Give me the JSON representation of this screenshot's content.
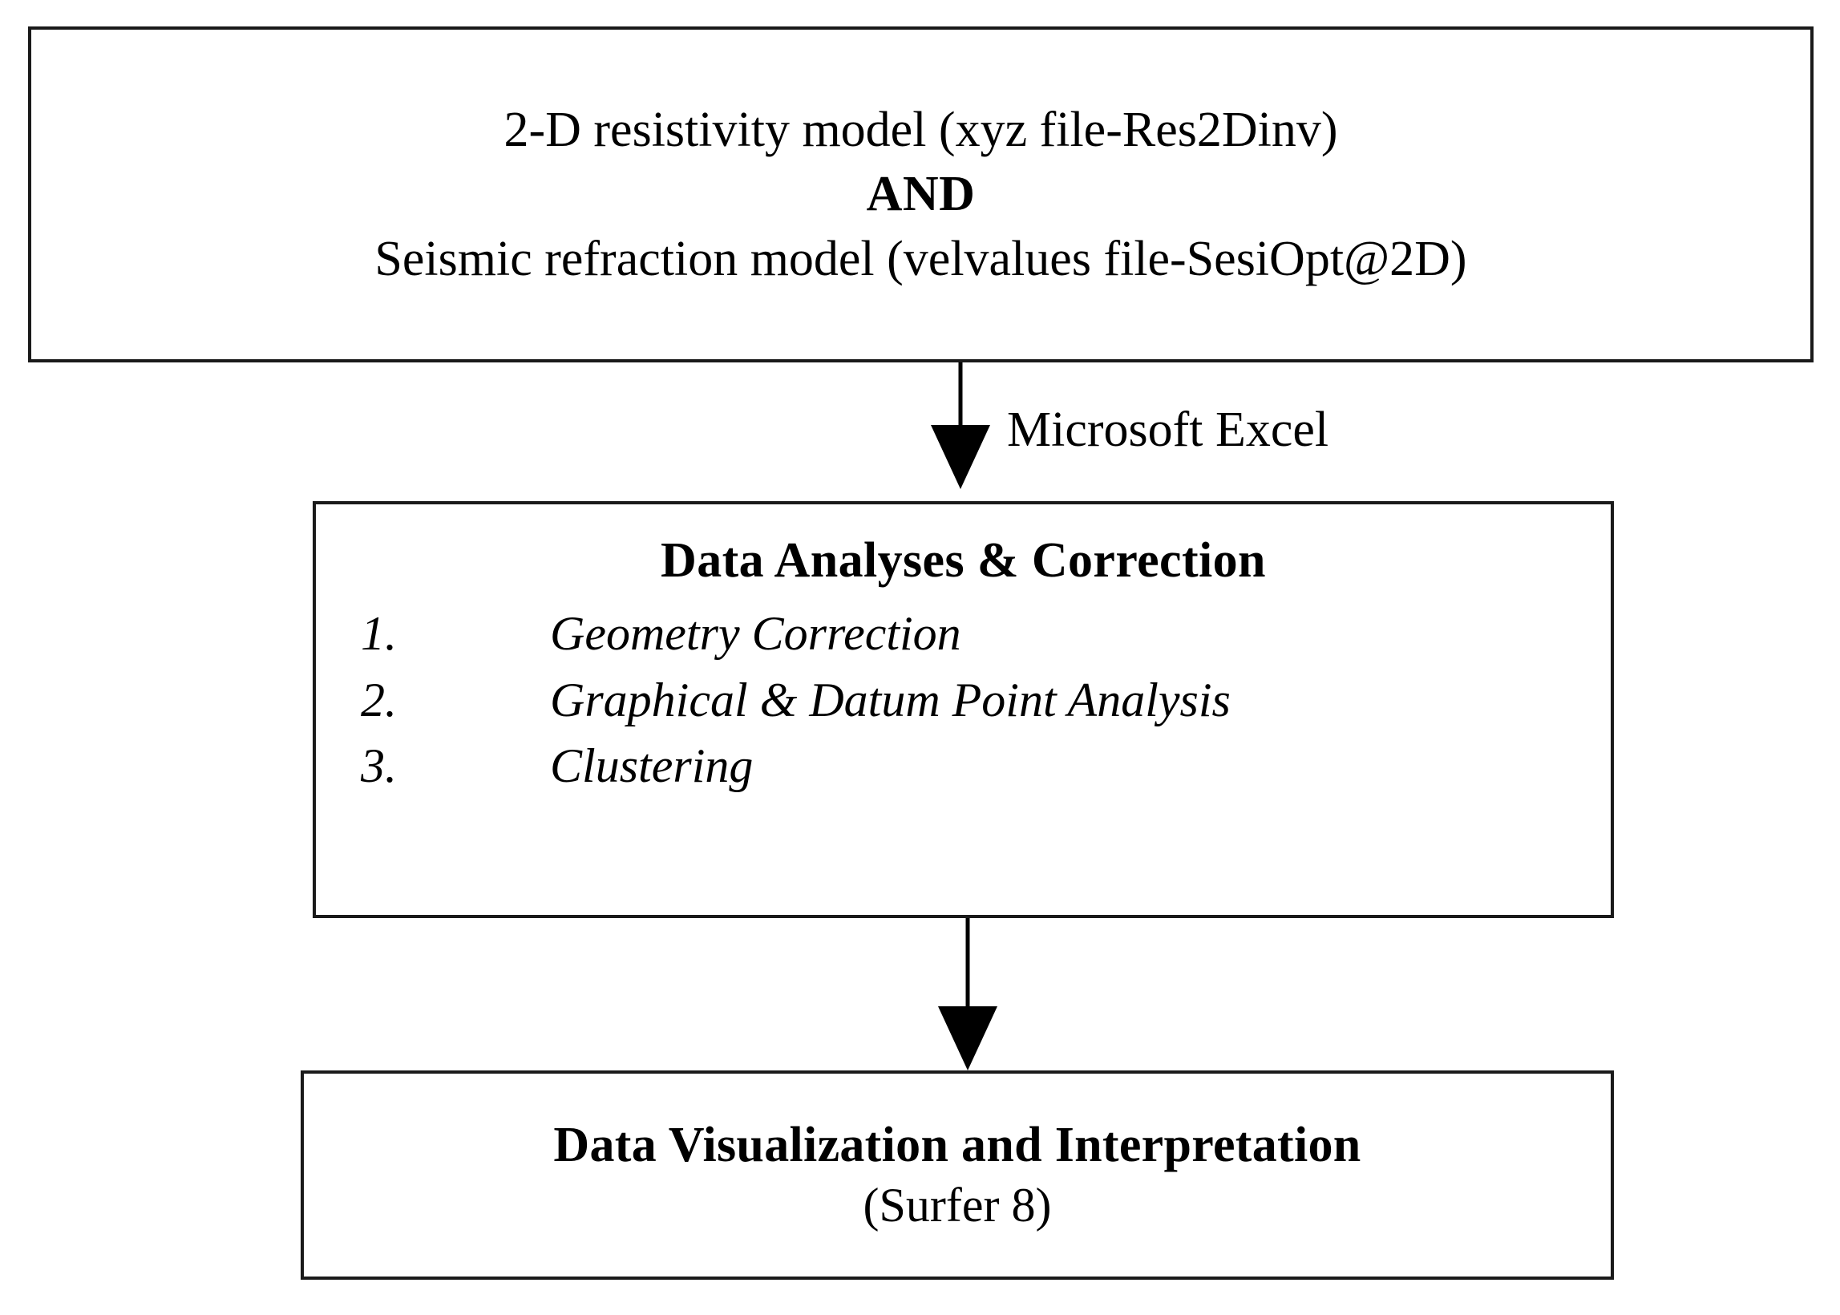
{
  "diagram": {
    "type": "flowchart",
    "orientation": "vertical",
    "source_box": {
      "lines": [
        "2-D resistivity model (xyz file-Res2Dinv)",
        "AND",
        "Seismic refraction model (velvalues file-SesiOpt@2D)"
      ]
    },
    "edge_source_to_analysis": {
      "label": "Microsoft Excel",
      "arrow": "down-arrow-icon"
    },
    "analysis_box": {
      "heading": "Data Analyses & Correction",
      "steps": [
        {
          "number": "1.",
          "label": "Geometry Correction"
        },
        {
          "number": "2.",
          "label": "Graphical & Datum Point Analysis"
        },
        {
          "number": "3.",
          "label": "Clustering"
        }
      ]
    },
    "edge_analysis_to_output": {
      "arrow": "down-arrow-icon"
    },
    "output_box": {
      "title": "Data Visualization and Interpretation",
      "subtitle": "(Surfer 8)"
    },
    "colors": {
      "background": "#ffffff",
      "border": "#1a1a1a",
      "text": "#000000",
      "arrow": "#000000"
    }
  }
}
